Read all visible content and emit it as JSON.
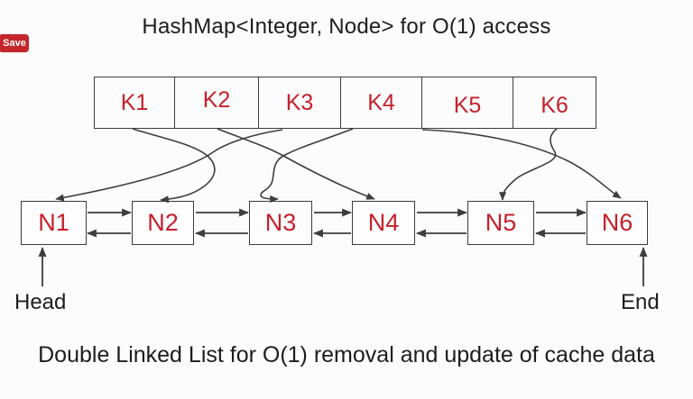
{
  "title": "HashMap<Integer, Node> for O(1) access",
  "caption": "Double Linked List for O(1) removal and update of cache data",
  "save_button": {
    "label": "Save"
  },
  "hashmap": {
    "keys": [
      {
        "label": "K1"
      },
      {
        "label": "K2"
      },
      {
        "label": "K3"
      },
      {
        "label": "K4"
      },
      {
        "label": "K5"
      },
      {
        "label": "K6"
      }
    ]
  },
  "linked_list": {
    "nodes": [
      {
        "label": "N1"
      },
      {
        "label": "N2"
      },
      {
        "label": "N3"
      },
      {
        "label": "N4"
      },
      {
        "label": "N5"
      },
      {
        "label": "N6"
      }
    ],
    "head_label": "Head",
    "end_label": "End"
  },
  "mappings": [
    {
      "key": "K1",
      "node": "N2"
    },
    {
      "key": "K2",
      "node": "N4"
    },
    {
      "key": "K3",
      "node": "N1"
    },
    {
      "key": "K4",
      "node": "N3"
    },
    {
      "key": "K5",
      "node": "N6"
    },
    {
      "key": "K6",
      "node": "N5"
    }
  ],
  "colors": {
    "label_red": "#c5202a",
    "save_red": "#c4262c",
    "line": "#3d3d3d",
    "text": "#1d1d1d"
  }
}
